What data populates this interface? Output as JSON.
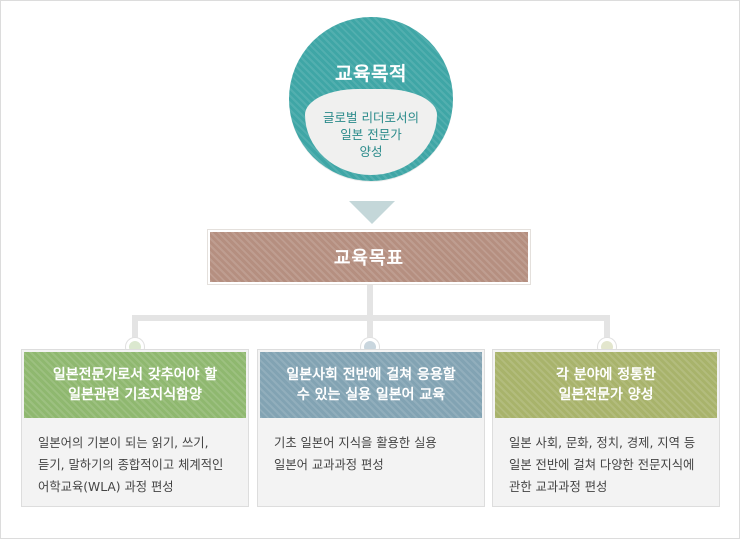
{
  "purpose": {
    "title": "교육목적",
    "description": "글로벌 리더로서의\n일본 전문가\n양성",
    "color": "#3fa6a6"
  },
  "goal": {
    "title": "교육목표",
    "color": "#b58f80"
  },
  "objectives": [
    {
      "heading": "일본전문가로서 갖추어야 할\n일본관련 기초지식함양",
      "body": "일본어의 기본이 되는 읽기, 쓰기,\n듣기, 말하기의 종합적이고 체계적인\n어학교육(WLA) 과정 편성",
      "color": "#8fb86f",
      "dot_color": "#dbe8cf"
    },
    {
      "heading": "일본사회 전반에 걸쳐 응용할\n수 있는 실용 일본어 교육",
      "body": "기초 일본어 지식을 활용한 실용\n일본어 교과과정 편성",
      "color": "#82a3b3",
      "dot_color": "#c9d6de"
    },
    {
      "heading": "각 분야에 정통한\n일본전문가 양성",
      "body": "일본 사회, 문화, 정치, 경제, 지역 등\n일본 전반에 걸쳐 다양한 전문지식에\n관한 교과과정 편성",
      "color": "#a8b36b",
      "dot_color": "#e3e6cd"
    }
  ]
}
